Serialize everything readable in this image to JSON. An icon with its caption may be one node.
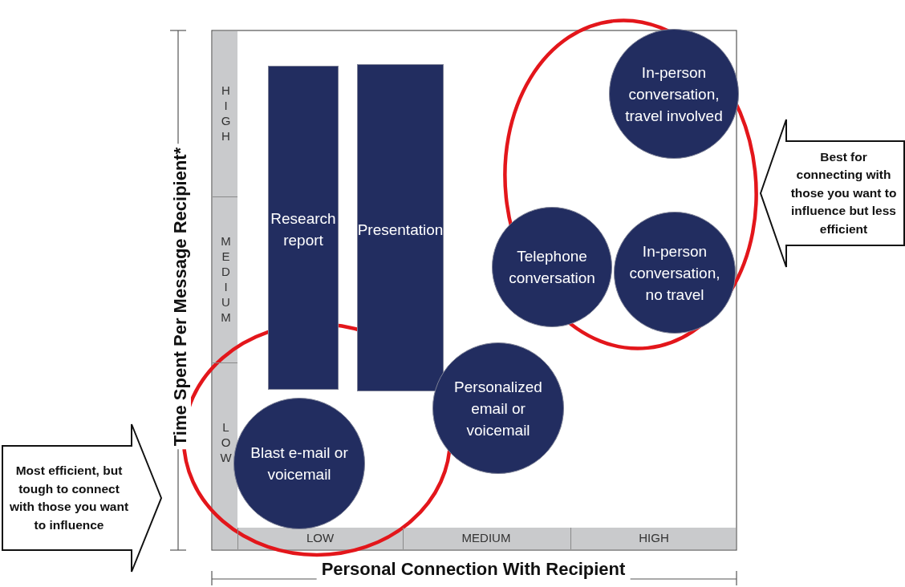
{
  "diagram": {
    "nodes": [
      {
        "text": [
          "Research report"
        ]
      },
      {
        "text": [
          "Presentation"
        ]
      },
      {
        "text": [
          "In-person conversation, travel involved"
        ]
      },
      {
        "text": [
          "Telephone conversation"
        ]
      },
      {
        "text": [
          "In-person conversation, no travel"
        ]
      },
      {
        "text": [
          "Best for connecting with those you want to influence but less efficient"
        ]
      },
      {
        "text": [
          "Personalized email or voicemail"
        ]
      },
      {
        "text": [
          "Blast e-mail or voicemail"
        ]
      },
      {
        "text": [
          "Most efficient, but tough to connect with those you want to influence"
        ]
      }
    ],
    "labels": [
      "Time Spent Per Message Recipient*",
      "HIGH",
      "MEDIUM",
      "LOW",
      "LOW",
      "MEDIUM",
      "HIGH",
      "Personal Connection With Recipient"
    ]
  }
}
